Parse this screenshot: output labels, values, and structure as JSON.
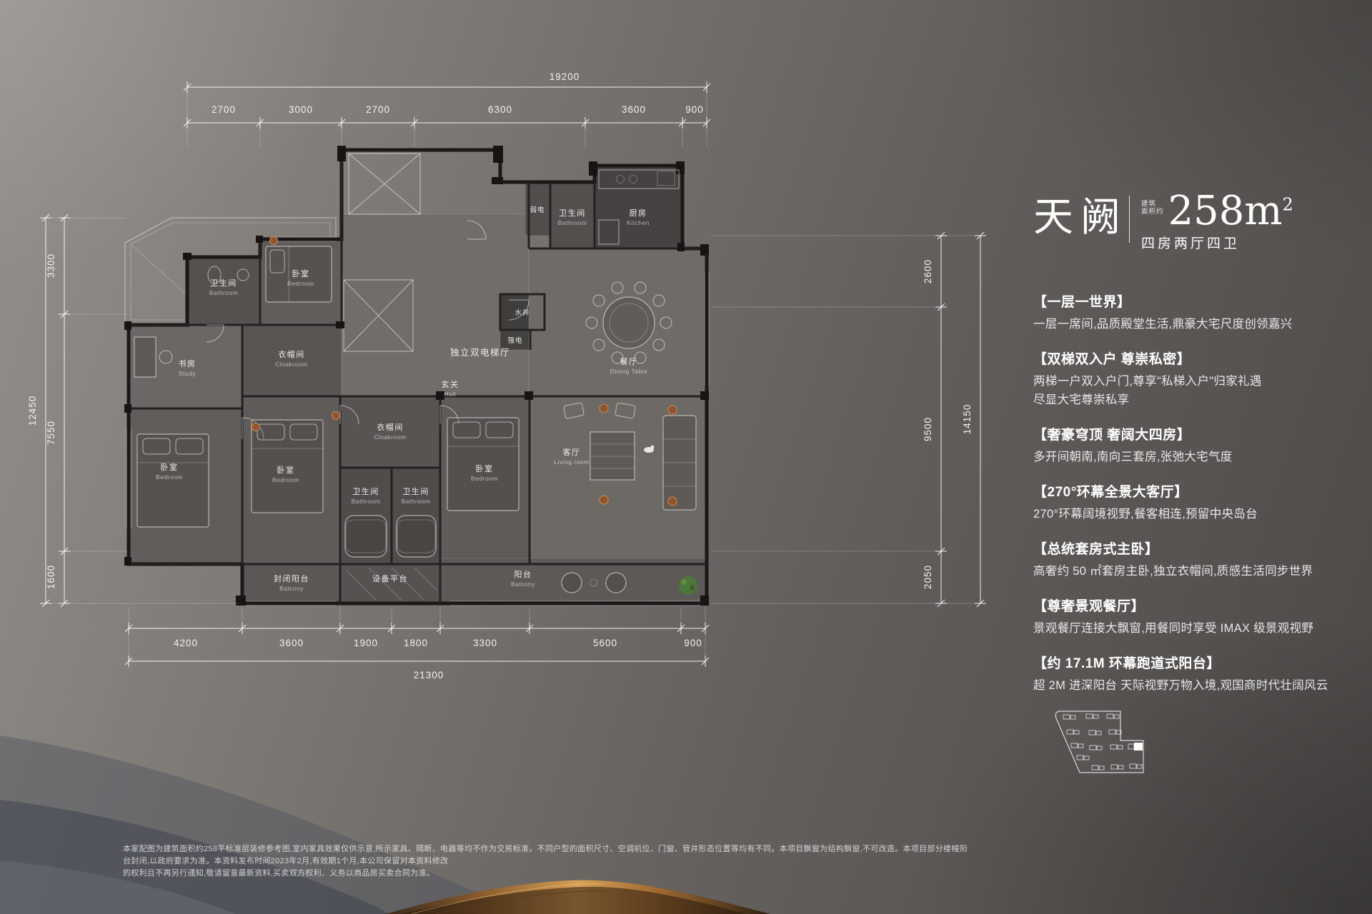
{
  "title_block": {
    "name": "天阙",
    "area_prefix_line1": "建筑",
    "area_prefix_line2": "面积约",
    "area_value": "258m",
    "area_sup": "2",
    "layout_type": "四房两厅四卫"
  },
  "features": [
    {
      "heading": "【一层一世界】",
      "line1": "一层一席间,品质殿堂生活,鼎豪大宅尺度创领嘉兴"
    },
    {
      "heading": "【双梯双入户 尊崇私密】",
      "line1": "两梯一户双入户门,尊享\"私梯入户\"归家礼遇",
      "line2": "尽显大宅尊崇私享"
    },
    {
      "heading": "【奢豪穹顶 奢阔大四房】",
      "line1": "多开间朝南,南向三套房,张弛大宅气度"
    },
    {
      "heading": "【270°环幕全景大客厅】",
      "line1": "270°环幕阔境视野,餐客相连,预留中央岛台"
    },
    {
      "heading": "【总统套房式主卧】",
      "line1": "高奢约 50 ㎡套房主卧,独立衣帽间,质感生活同步世界"
    },
    {
      "heading": "【尊奢景观餐厅】",
      "line1": "景观餐厅连接大飘窗,用餐同时享受 IMAX 级景观视野"
    },
    {
      "heading": "【约 17.1M 环幕跑道式阳台】",
      "line1": "超 2M 进深阳台 天际视野万物入境,观国商时代壮阔风云"
    }
  ],
  "dims": {
    "top": {
      "total": "19200",
      "segments": [
        "2700",
        "3000",
        "2700",
        "6300",
        "3600",
        "900"
      ]
    },
    "bottom": {
      "total": "21300",
      "segments": [
        "4200",
        "3600",
        "1900",
        "1800",
        "3300",
        "5600",
        "900"
      ]
    },
    "left": {
      "total": "12450",
      "segments": [
        "3300",
        "7550",
        "1600"
      ]
    },
    "right": {
      "total": "14150",
      "segments": [
        "2600",
        "9500",
        "2050"
      ]
    }
  },
  "rooms": {
    "bath_tl": {
      "zh": "卫生间",
      "en": "Bathroom"
    },
    "bed_top": {
      "zh": "卧室",
      "en": "Bedroom"
    },
    "elevator_hall": {
      "zh": "独立双电梯厅"
    },
    "weak_power": {
      "zh": "弱电"
    },
    "strong_power": {
      "zh": "强电"
    },
    "water_shaft": {
      "zh": "水井"
    },
    "bath_tr": {
      "zh": "卫生间",
      "en": "Bathroom"
    },
    "kitchen": {
      "zh": "厨房",
      "en": "Kitchen"
    },
    "dining": {
      "zh": "餐厅",
      "en": "Dining Table"
    },
    "hall": {
      "zh": "玄关",
      "en": "Hall"
    },
    "study": {
      "zh": "书房",
      "en": "Study"
    },
    "cloak1": {
      "zh": "衣帽间",
      "en": "Cloakroom"
    },
    "cloak2": {
      "zh": "衣帽间",
      "en": "Cloakroom"
    },
    "master": {
      "zh": "卧室",
      "en": "Bedroom"
    },
    "bed2": {
      "zh": "卧室",
      "en": "Bedroom"
    },
    "bed3": {
      "zh": "卧室",
      "en": "Bedroom"
    },
    "bath2": {
      "zh": "卫生间",
      "en": "Bathroom"
    },
    "bath3": {
      "zh": "卫生间",
      "en": "Bathroom"
    },
    "living": {
      "zh": "客厅",
      "en": "Living room"
    },
    "balcony1": {
      "zh": "封闭阳台",
      "en": "Balcony"
    },
    "equip": {
      "zh": "设备平台"
    },
    "balcony2": {
      "zh": "阳台",
      "en": "Balcony"
    }
  },
  "disclaimer": {
    "line1": "本家配图为建筑面积约258平标准层装修参考图,室内家具效果仅供示意,所示家具、隔断、电器等均不作为交房标准。不同户型的面积尺寸、空调机位、门窗、管井形态位置等均有不同。本项目飘窗为结构飘窗,不可改造。本项目部分楼幢阳台封闭,以政府要求为准。本资料发布时间2023年2月,有效期1个月,本公司保留对本资料修改",
    "line2": "的权利且不再另行通知,敬请留意最新资料,买卖双方权利、义务以商品房买卖合同为准。"
  },
  "colors": {
    "accent_copper": "#8f5530",
    "plant_green": "#4d7639",
    "gold_ribbon": "#d8a055",
    "wall_dark": "#1a1918"
  }
}
